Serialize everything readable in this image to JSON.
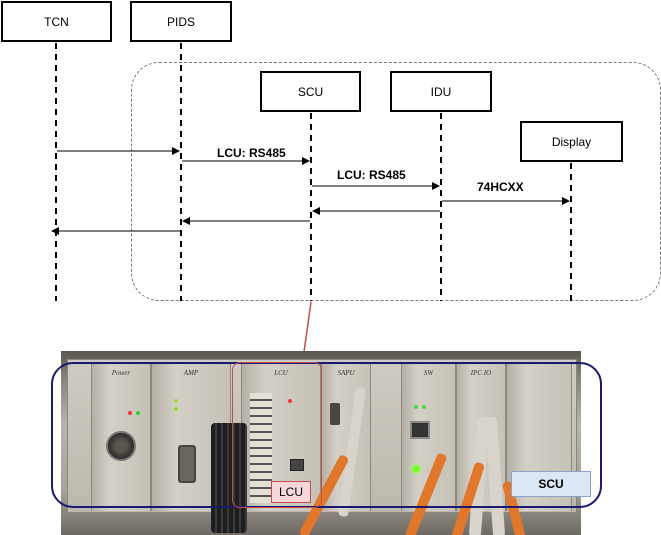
{
  "lifelines": {
    "tcn": "TCN",
    "pids": "PIDS",
    "scu": "SCU",
    "idu": "IDU",
    "display": "Display"
  },
  "messages": {
    "pids_to_scu": "LCU: RS485",
    "scu_to_idu": "LCU: RS485",
    "idu_to_display": "74HCXX"
  },
  "photo": {
    "lcu_tag": "LCU",
    "scu_tag": "SCU",
    "card_labels": {
      "power": "Power",
      "amp": "AMP",
      "lcu": "LCU",
      "sapu": "SAPU",
      "sw": "SW",
      "ipcio": "IPC IO"
    }
  },
  "colors": {
    "frame_outline": "#1a1a6e",
    "lcu_highlight": "#c0504d",
    "lcu_tag_fill": "#f8d7da",
    "scu_tag_fill": "#dbe7f5",
    "cable_orange": "#e0772b"
  }
}
